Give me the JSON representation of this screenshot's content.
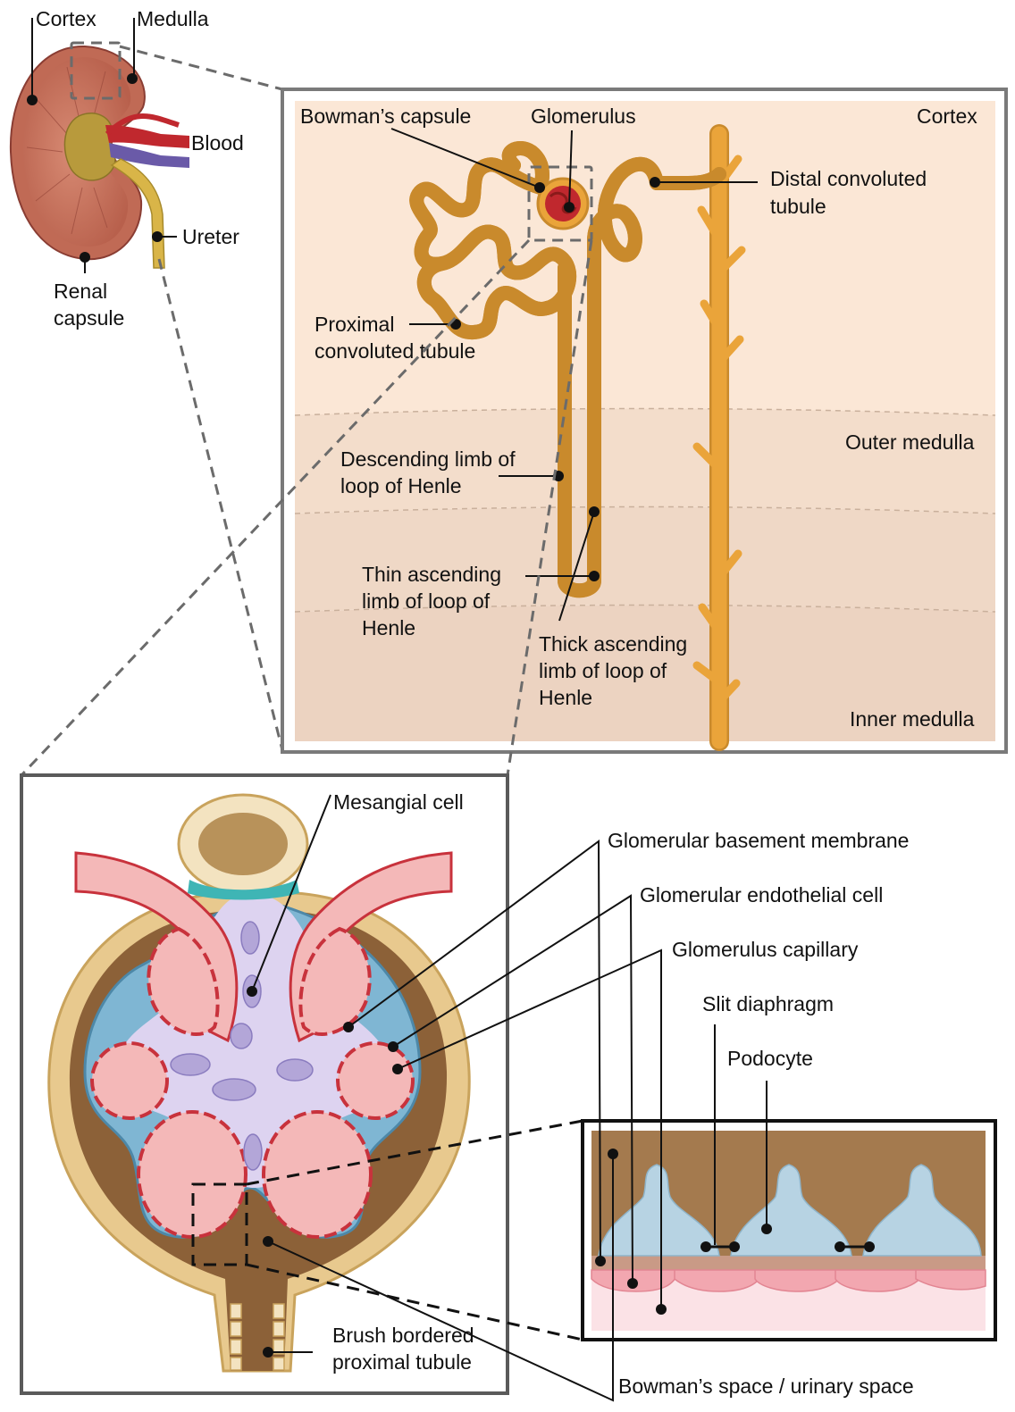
{
  "kidney": {
    "cortex": "Cortex",
    "medulla": "Medulla",
    "blood": "Blood",
    "ureter": "Ureter",
    "renal_capsule": [
      "Renal",
      "capsule"
    ]
  },
  "nephron": {
    "bowmans_capsule": "Bowman’s capsule",
    "glomerulus": "Glomerulus",
    "cortex": "Cortex",
    "distal_tubule": [
      "Distal convoluted",
      "tubule"
    ],
    "proximal_tubule": [
      "Proximal",
      "convoluted tubule"
    ],
    "outer_medulla": "Outer medulla",
    "descending_limb": [
      "Descending limb of",
      "loop of Henle"
    ],
    "thin_ascending": [
      "Thin ascending",
      "limb of loop of",
      "Henle"
    ],
    "thick_ascending": [
      "Thick ascending",
      "limb of loop of",
      "Henle"
    ],
    "inner_medulla": "Inner medulla"
  },
  "glomerulus_detail": {
    "mesangial_cell": "Mesangial cell",
    "basement_membrane": "Glomerular basement membrane",
    "endothelial_cell": "Glomerular endothelial cell",
    "capillary": "Glomerulus capillary",
    "slit_diaphragm": "Slit diaphragm",
    "podocyte": "Podocyte",
    "brush_border": [
      "Brush bordered",
      "proximal tubule"
    ],
    "bowmans_space": "Bowman’s space / urinary space"
  },
  "colors": {
    "cortex_bg": "#fbe7d6",
    "outer_medulla_bg": "#f3ddcb",
    "inner_medulla_bg": "#ecd3c1",
    "tubule": "#eaa43a",
    "capillary_wall": "#e8a3a3",
    "endothelial": "#c8323c",
    "podocyte": "#7fb6d3",
    "mesangium": "#ddd3f0",
    "bowman_space": "#8c6138"
  }
}
